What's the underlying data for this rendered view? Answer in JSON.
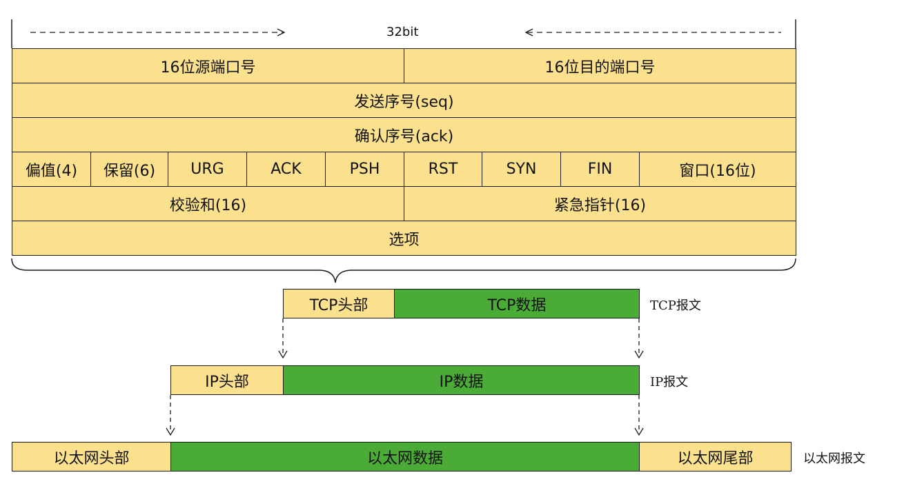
{
  "header": {
    "bits_label": "32bit"
  },
  "tcp_header": {
    "row1": [
      "16位源端口号",
      "16位目的端口号"
    ],
    "row2": "发送序号(seq)",
    "row3": "确认序号(ack)",
    "row4": [
      "偏值(4)",
      "保留(6)",
      "URG",
      "ACK",
      "PSH",
      "RST",
      "SYN",
      "FIN",
      "窗口(16位)"
    ],
    "row5": [
      "校验和(16)",
      "紧急指针(16)"
    ],
    "row6": "选项"
  },
  "tcp_packet": {
    "header": "TCP头部",
    "data": "TCP数据",
    "label": "TCP报文"
  },
  "ip_packet": {
    "header": "IP头部",
    "data": "IP数据",
    "label": "IP报文"
  },
  "eth_frame": {
    "header": "以太网头部",
    "data": "以太网数据",
    "trailer": "以太网尾部",
    "label": "以太网报文"
  },
  "colors": {
    "header_fill": "#fbe08d",
    "data_fill": "#4aab37",
    "border": "#1a1a1a"
  }
}
